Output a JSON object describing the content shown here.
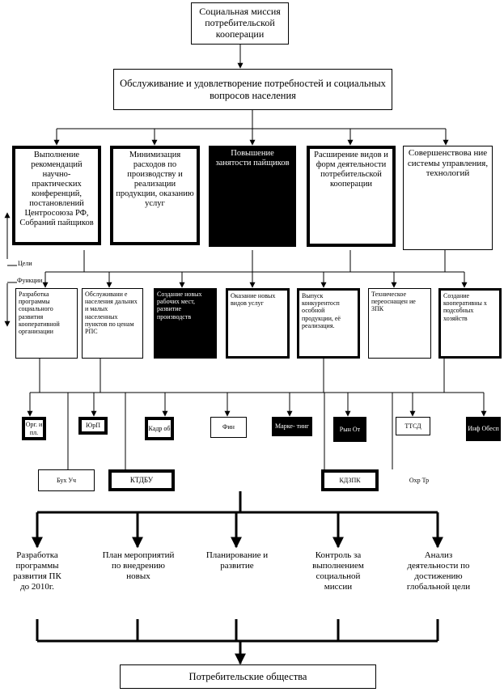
{
  "mission": "Социальная миссия потребительской кооперации",
  "service": "Обслуживание и удовлетворение потребностей и социальных вопросов населения",
  "goals": [
    "Выполнение рекомендаций научно-практических конференций, постановлений Центросоюза РФ, Собраний пайщиков",
    "Минимизация расходов по производству и реализации продукции, оказанию услуг",
    "Повышение занятости пайщиков",
    "Расширение видов и форм деятельности потребительской кооперации",
    "Совершенствова ние системы управления, технологий"
  ],
  "labels": {
    "goals": "Цели",
    "functions": "Функции"
  },
  "functions": [
    "Разработка программы социального развития кооперативной организации",
    "Обслуживани е населения дальних и малых населенных пунктов по ценам РПС",
    "Создание новых рабочих мест, развитие производств",
    "Оказание новых видов услуг",
    "Выпуск конкурентосп особной продукции, её реализация.",
    "Техническое переоснащен ие ЗПК",
    "Создание кооперативны х подсобных хозяйств"
  ],
  "departments": [
    "Орг. и пл.",
    "ЮрП",
    "Кадр об",
    "Фин",
    "Марке- тинг",
    "Рын От",
    "ТТСД",
    "Инф Обесп"
  ],
  "departments2": [
    "Бух Уч",
    "КТДБУ",
    "КДЗПК",
    "Охр Тр"
  ],
  "actions": [
    "Разработка программы развития ПК до 2010г.",
    "План мероприятий по внедрению новых",
    "Планирование и развитие",
    "Контроль за выполнением социальной миссии",
    "Анализ деятельности по достижению глобальной цели"
  ],
  "societies": "Потребительские общества"
}
